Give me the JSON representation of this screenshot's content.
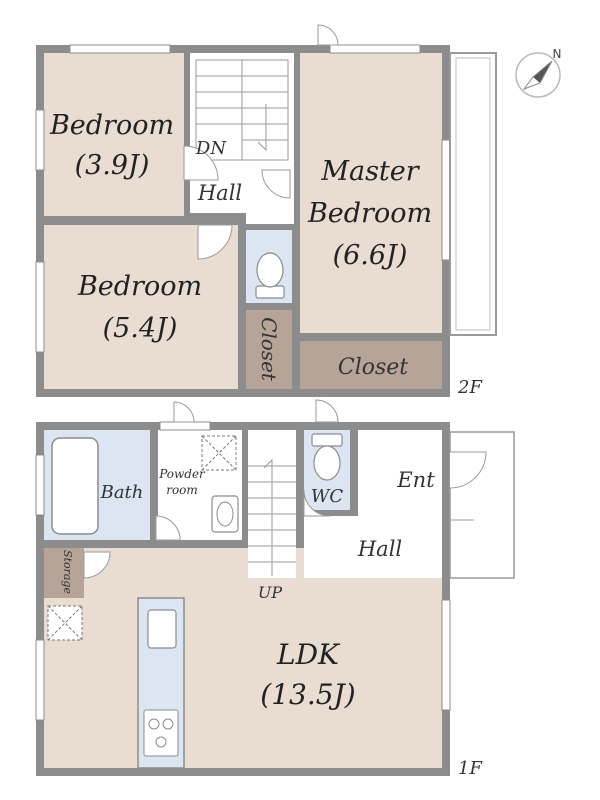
{
  "floors": {
    "second": {
      "label": "2F",
      "rooms": {
        "bedroom_a": {
          "name": "Bedroom",
          "size": "(3.9J)"
        },
        "bedroom_b": {
          "name": "Bedroom",
          "size": "(5.4J)"
        },
        "master": {
          "name_line1": "Master",
          "name_line2": "Bedroom",
          "size": "(6.6J)"
        },
        "hall": {
          "name": "Hall"
        },
        "closet_small": {
          "name": "Closet"
        },
        "closet_master": {
          "name": "Closet"
        }
      },
      "stairs_label": "DN"
    },
    "first": {
      "label": "1F",
      "rooms": {
        "bath": {
          "name": "Bath"
        },
        "powder": {
          "name_line1": "Powder",
          "name_line2": "room"
        },
        "wc": {
          "name": "WC"
        },
        "ent": {
          "name": "Ent"
        },
        "hall": {
          "name": "Hall"
        },
        "storage": {
          "name": "Storage"
        },
        "ldk": {
          "name": "LDK",
          "size": "(13.5J)"
        }
      },
      "stairs_label": "UP"
    }
  },
  "compass": {
    "label": "N",
    "icon": "north-arrow-icon"
  },
  "colors": {
    "wall": "#8c8c8c",
    "room_beige": "#e8ddd0",
    "closet_brown": "#b5a497",
    "wet_blue": "#dbe6f2",
    "floor_white": "#ffffff"
  }
}
